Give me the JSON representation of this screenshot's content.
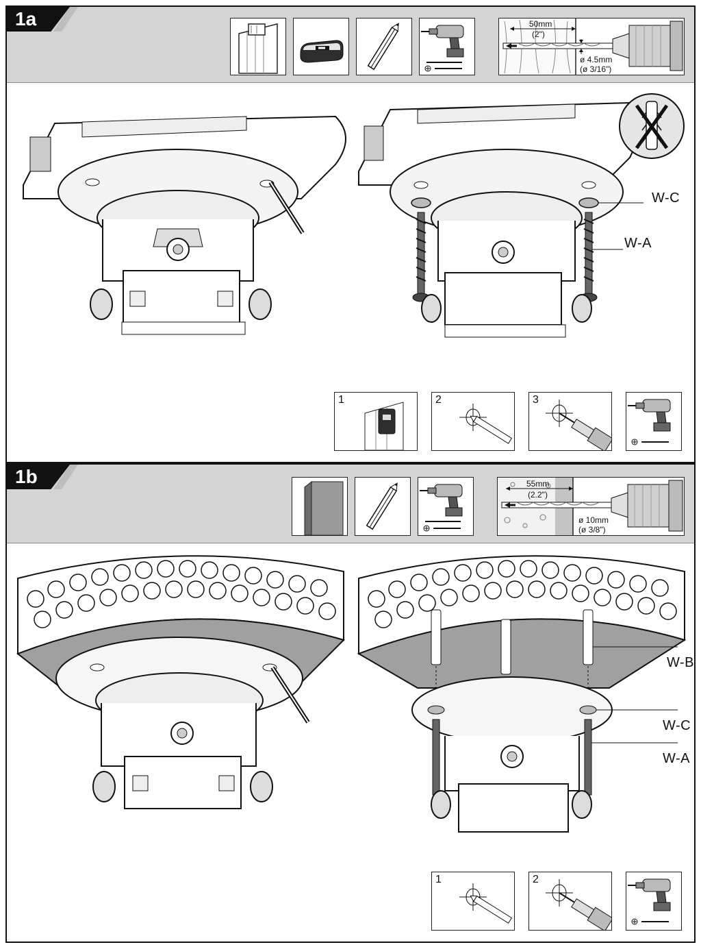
{
  "sections": [
    {
      "id": "1a",
      "label": "1a",
      "drill_spec": {
        "depth_mm": "50mm",
        "depth_in": "(2\")",
        "diameter_mm": "ø 4.5mm",
        "diameter_in": "(ø 3/16\")"
      },
      "callouts": [
        "W-C",
        "W-A"
      ],
      "steps": [
        "1",
        "2",
        "3"
      ],
      "tool_icons": [
        "wood-stud-icon",
        "stud-finder-icon",
        "pencil-icon",
        "drill-with-bit-icon"
      ],
      "warning_icon": "no-wall-anchor-icon"
    },
    {
      "id": "1b",
      "label": "1b",
      "drill_spec": {
        "depth_mm": "55mm",
        "depth_in": "(2.2\")",
        "diameter_mm": "ø 10mm",
        "diameter_in": "(ø 3/8\")"
      },
      "callouts": [
        "W-B",
        "W-C",
        "W-A"
      ],
      "steps": [
        "1",
        "2"
      ],
      "tool_icons": [
        "concrete-block-icon",
        "pencil-icon",
        "drill-with-bit-icon"
      ]
    }
  ]
}
